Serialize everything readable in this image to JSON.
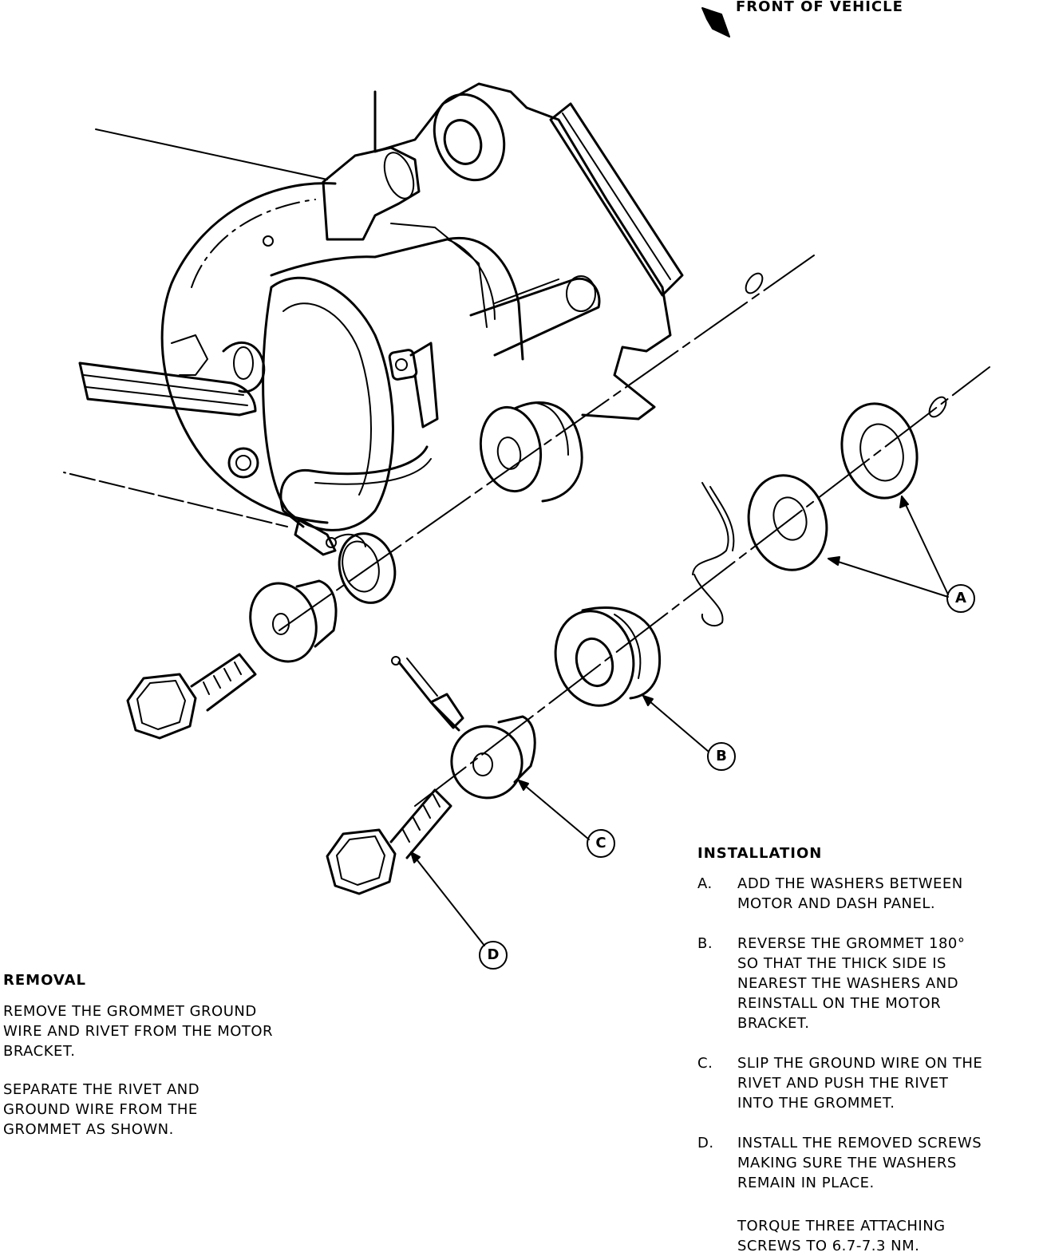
{
  "orientation": {
    "label": "FRONT OF VEHICLE",
    "icon": "front-arrow-icon"
  },
  "callouts": {
    "a": "A",
    "b": "B",
    "c": "C",
    "d": "D"
  },
  "removal": {
    "heading": "REMOVAL",
    "paragraphs": [
      [
        "REMOVE THE GROMMET GROUND",
        "WIRE AND RIVET FROM THE MOTOR",
        "BRACKET."
      ],
      [
        "SEPARATE THE RIVET AND",
        "GROUND WIRE FROM THE",
        "GROMMET AS SHOWN."
      ]
    ]
  },
  "installation": {
    "heading": "INSTALLATION",
    "steps": [
      {
        "letter": "A.",
        "lines": [
          "ADD THE WASHERS BETWEEN",
          "MOTOR AND DASH PANEL."
        ]
      },
      {
        "letter": "B.",
        "lines": [
          "REVERSE THE GROMMET 180°",
          "SO THAT THE THICK SIDE IS",
          "NEAREST THE WASHERS AND",
          "REINSTALL ON THE MOTOR",
          "BRACKET."
        ]
      },
      {
        "letter": "C.",
        "lines": [
          "SLIP THE GROUND WIRE ON THE",
          "RIVET AND PUSH THE RIVET",
          "INTO THE GROMMET."
        ]
      },
      {
        "letter": "D.",
        "lines": [
          "INSTALL THE REMOVED SCREWS",
          "MAKING SURE THE WASHERS",
          "REMAIN IN PLACE."
        ]
      }
    ],
    "torque_note": [
      "TORQUE THREE ATTACHING",
      "SCREWS TO 6.7-7.3 Nm."
    ]
  }
}
